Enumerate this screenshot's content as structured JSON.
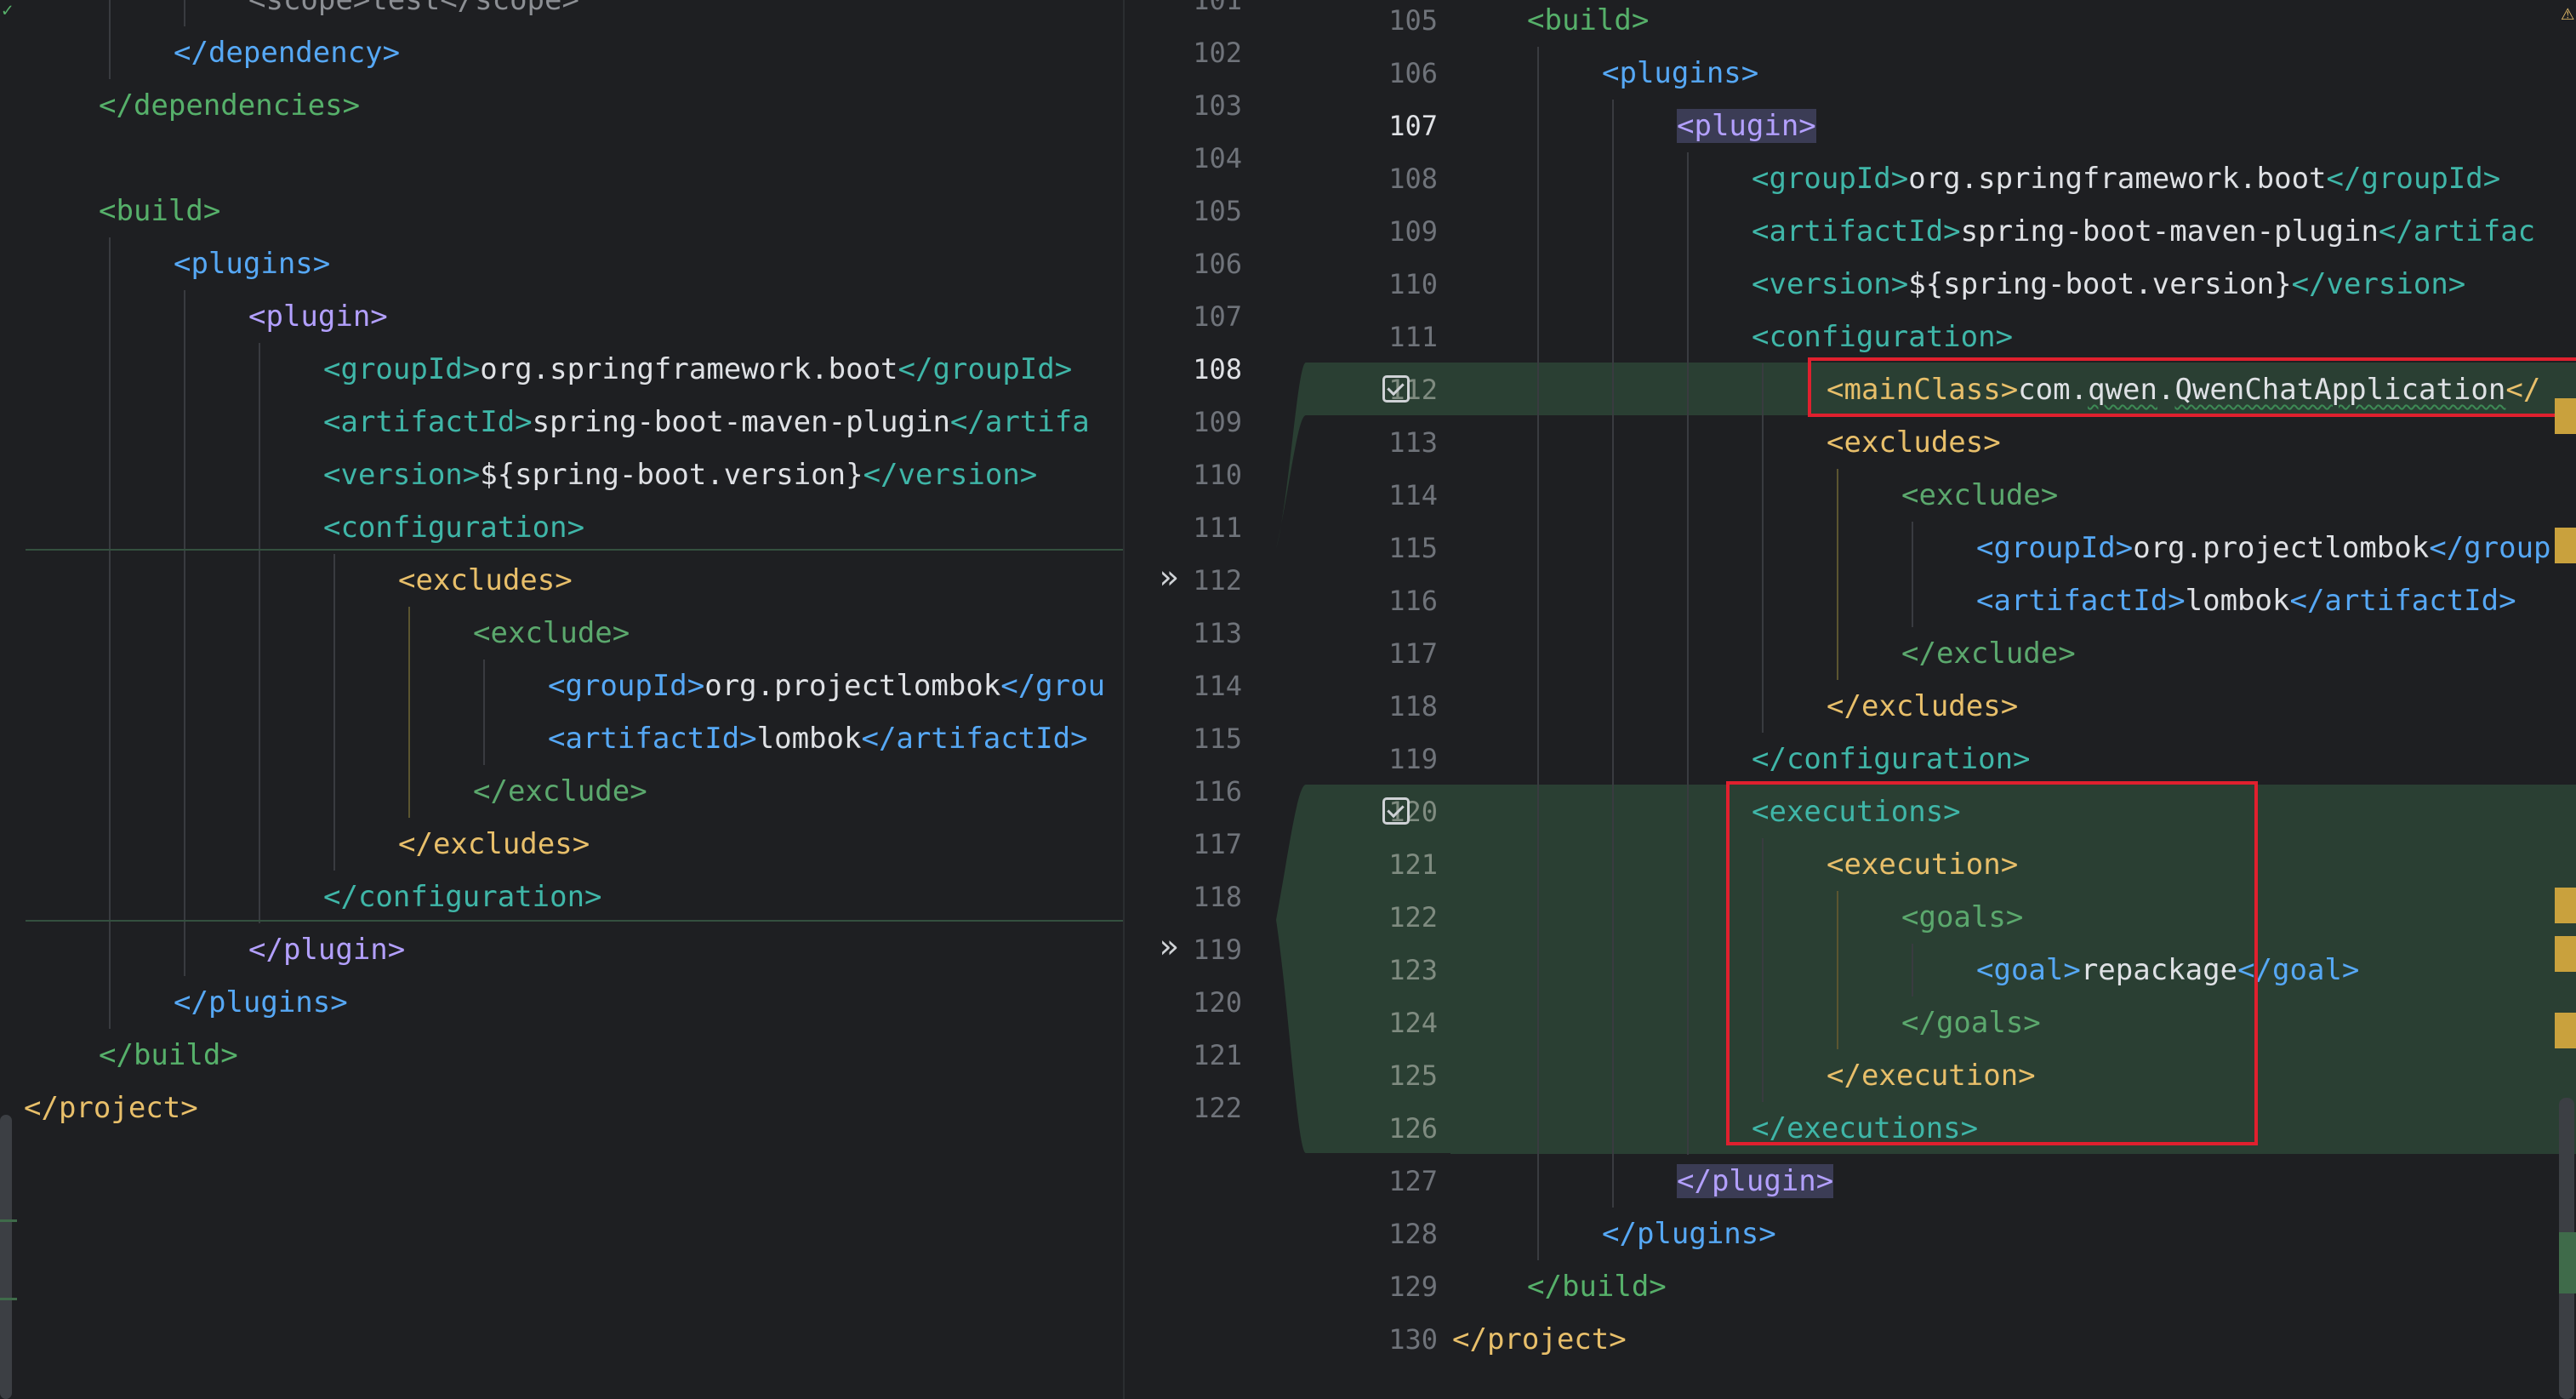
{
  "left": {
    "lines": [
      {
        "code": [
          {
            "t": "<scope>",
            "c": "t-dim"
          },
          {
            "t": "test",
            "c": "t-dim"
          },
          {
            "t": "</scope>",
            "c": "t-dim"
          }
        ],
        "indent": 3
      },
      {
        "code": [
          {
            "t": "</dependency>",
            "c": "t-blue"
          }
        ],
        "indent": 2
      },
      {
        "code": [
          {
            "t": "</dependencies>",
            "c": "t-green"
          }
        ],
        "indent": 1
      },
      {
        "code": [],
        "indent": 0
      },
      {
        "code": [
          {
            "t": "<build>",
            "c": "t-green"
          }
        ],
        "indent": 1
      },
      {
        "code": [
          {
            "t": "<plugins>",
            "c": "t-blue"
          }
        ],
        "indent": 2
      },
      {
        "code": [
          {
            "t": "<plugin>",
            "c": "t-purple"
          }
        ],
        "indent": 3
      },
      {
        "code": [
          {
            "t": "<groupId>",
            "c": "t-teal"
          },
          {
            "t": "org.springframework.boot",
            "c": "t-text"
          },
          {
            "t": "</groupId>",
            "c": "t-teal"
          }
        ],
        "indent": 4
      },
      {
        "code": [
          {
            "t": "<artifactId>",
            "c": "t-teal"
          },
          {
            "t": "spring-boot-maven-plugin",
            "c": "t-text"
          },
          {
            "t": "</artifa",
            "c": "t-teal"
          }
        ],
        "indent": 4
      },
      {
        "code": [
          {
            "t": "<version>",
            "c": "t-teal"
          },
          {
            "t": "${spring-boot.version}",
            "c": "t-text"
          },
          {
            "t": "</version>",
            "c": "t-teal"
          }
        ],
        "indent": 4
      },
      {
        "code": [
          {
            "t": "<configuration>",
            "c": "t-teal"
          }
        ],
        "indent": 4
      },
      {
        "code": [
          {
            "t": "<excludes>",
            "c": "t-yellow"
          }
        ],
        "indent": 5
      },
      {
        "code": [
          {
            "t": "<exclude>",
            "c": "t-green2"
          }
        ],
        "indent": 6
      },
      {
        "code": [
          {
            "t": "<groupId>",
            "c": "t-blue"
          },
          {
            "t": "org.projectlombok",
            "c": "t-text"
          },
          {
            "t": "</grou",
            "c": "t-blue"
          }
        ],
        "indent": 7
      },
      {
        "code": [
          {
            "t": "<artifactId>",
            "c": "t-blue"
          },
          {
            "t": "lombok",
            "c": "t-text"
          },
          {
            "t": "</artifactId>",
            "c": "t-blue"
          }
        ],
        "indent": 7
      },
      {
        "code": [
          {
            "t": "</exclude>",
            "c": "t-green2"
          }
        ],
        "indent": 6
      },
      {
        "code": [
          {
            "t": "</excludes>",
            "c": "t-yellow"
          }
        ],
        "indent": 5
      },
      {
        "code": [
          {
            "t": "</configuration>",
            "c": "t-teal"
          }
        ],
        "indent": 4
      },
      {
        "code": [
          {
            "t": "</plugin>",
            "c": "t-purple"
          }
        ],
        "indent": 3
      },
      {
        "code": [
          {
            "t": "</plugins>",
            "c": "t-blue"
          }
        ],
        "indent": 2
      },
      {
        "code": [
          {
            "t": "</build>",
            "c": "t-green"
          }
        ],
        "indent": 1
      },
      {
        "code": [
          {
            "t": "</project>",
            "c": "t-yellow"
          }
        ],
        "indent": 0
      }
    ],
    "numbers": [
      "101",
      "102",
      "103",
      "104",
      "105",
      "106",
      "107",
      "108",
      "109",
      "110",
      "111",
      "112",
      "113",
      "114",
      "115",
      "116",
      "117",
      "118",
      "119",
      "120",
      "121",
      "122"
    ],
    "current_line": "108"
  },
  "right": {
    "lines": [
      {
        "code": [
          {
            "t": "<build>",
            "c": "t-green"
          }
        ],
        "indent": 1
      },
      {
        "code": [
          {
            "t": "<plugins>",
            "c": "t-blue"
          }
        ],
        "indent": 2
      },
      {
        "code": [
          {
            "t": "<plugin>",
            "c": "t-purple tag-bg"
          }
        ],
        "indent": 3
      },
      {
        "code": [
          {
            "t": "<groupId>",
            "c": "t-teal"
          },
          {
            "t": "org.springframework.boot",
            "c": "t-text"
          },
          {
            "t": "</groupId>",
            "c": "t-teal"
          }
        ],
        "indent": 4
      },
      {
        "code": [
          {
            "t": "<artifactId>",
            "c": "t-teal"
          },
          {
            "t": "spring-boot-maven-plugin",
            "c": "t-text"
          },
          {
            "t": "</artifac",
            "c": "t-teal"
          }
        ],
        "indent": 4
      },
      {
        "code": [
          {
            "t": "<version>",
            "c": "t-teal"
          },
          {
            "t": "${spring-boot.version}",
            "c": "t-text"
          },
          {
            "t": "</version>",
            "c": "t-teal"
          }
        ],
        "indent": 4
      },
      {
        "code": [
          {
            "t": "<configuration>",
            "c": "t-teal"
          }
        ],
        "indent": 4
      },
      {
        "code": [
          {
            "t": "<mainClass>",
            "c": "t-yellow"
          },
          {
            "t": "com.",
            "c": "t-text"
          },
          {
            "t": "qwen",
            "c": "t-text squiggle"
          },
          {
            "t": ".",
            "c": "t-text"
          },
          {
            "t": "QwenChatApplication",
            "c": "t-text squiggle"
          },
          {
            "t": "</",
            "c": "t-yellow"
          }
        ],
        "indent": 5
      },
      {
        "code": [
          {
            "t": "<excludes>",
            "c": "t-yellow"
          }
        ],
        "indent": 5
      },
      {
        "code": [
          {
            "t": "<exclude>",
            "c": "t-green2"
          }
        ],
        "indent": 6
      },
      {
        "code": [
          {
            "t": "<groupId>",
            "c": "t-blue"
          },
          {
            "t": "org.projectlombok",
            "c": "t-text"
          },
          {
            "t": "</group",
            "c": "t-blue"
          }
        ],
        "indent": 7
      },
      {
        "code": [
          {
            "t": "<artifactId>",
            "c": "t-blue"
          },
          {
            "t": "lombok",
            "c": "t-text"
          },
          {
            "t": "</artifactId>",
            "c": "t-blue"
          }
        ],
        "indent": 7
      },
      {
        "code": [
          {
            "t": "</exclude>",
            "c": "t-green2"
          }
        ],
        "indent": 6
      },
      {
        "code": [
          {
            "t": "</excludes>",
            "c": "t-yellow"
          }
        ],
        "indent": 5
      },
      {
        "code": [
          {
            "t": "</configuration>",
            "c": "t-teal"
          }
        ],
        "indent": 4
      },
      {
        "code": [
          {
            "t": "<executions>",
            "c": "t-teal"
          }
        ],
        "indent": 4
      },
      {
        "code": [
          {
            "t": "<execution>",
            "c": "t-yellow"
          }
        ],
        "indent": 5
      },
      {
        "code": [
          {
            "t": "<goals>",
            "c": "t-green2"
          }
        ],
        "indent": 6
      },
      {
        "code": [
          {
            "t": "<goal>",
            "c": "t-blue"
          },
          {
            "t": "repackage",
            "c": "t-text"
          },
          {
            "t": "</goal>",
            "c": "t-blue"
          }
        ],
        "indent": 7
      },
      {
        "code": [
          {
            "t": "</goals>",
            "c": "t-green2"
          }
        ],
        "indent": 6
      },
      {
        "code": [
          {
            "t": "</execution>",
            "c": "t-yellow"
          }
        ],
        "indent": 5
      },
      {
        "code": [
          {
            "t": "</executions>",
            "c": "t-teal"
          }
        ],
        "indent": 4
      },
      {
        "code": [
          {
            "t": "</plugin>",
            "c": "t-purple tag-bg"
          }
        ],
        "indent": 3
      },
      {
        "code": [
          {
            "t": "</plugins>",
            "c": "t-blue"
          }
        ],
        "indent": 2
      },
      {
        "code": [
          {
            "t": "</build>",
            "c": "t-green"
          }
        ],
        "indent": 1
      },
      {
        "code": [
          {
            "t": "</project>",
            "c": "t-yellow"
          }
        ],
        "indent": 0
      }
    ],
    "numbers": [
      "105",
      "106",
      "107",
      "108",
      "109",
      "110",
      "111",
      "112",
      "113",
      "114",
      "115",
      "116",
      "117",
      "118",
      "119",
      "120",
      "121",
      "122",
      "123",
      "124",
      "125",
      "126",
      "127",
      "128",
      "129",
      "130"
    ],
    "current_line": "107"
  }
}
